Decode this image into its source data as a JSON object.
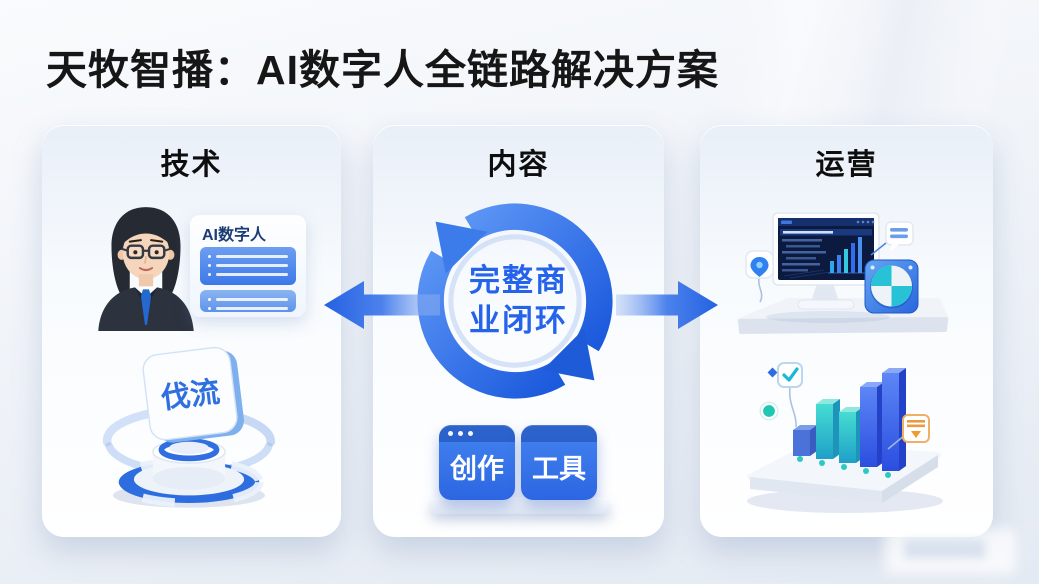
{
  "slide": {
    "title": "天牧智播：AI数字人全链路解决方案"
  },
  "cards": {
    "tech": {
      "heading": "技术",
      "ai_card_label": "AI数字人",
      "badge_label": "伐流"
    },
    "content": {
      "heading": "内容",
      "cycle_line1": "完整商",
      "cycle_line2": "业闭环",
      "app1_label": "创作",
      "app2_label": "工具"
    },
    "operations": {
      "heading": "运营"
    }
  },
  "colors": {
    "accent_blue": "#2e6ce6",
    "text_blue": "#2563eb",
    "teal": "#2cc8c9",
    "orange": "#f09a30",
    "screen_navy": "#0c1a40"
  }
}
